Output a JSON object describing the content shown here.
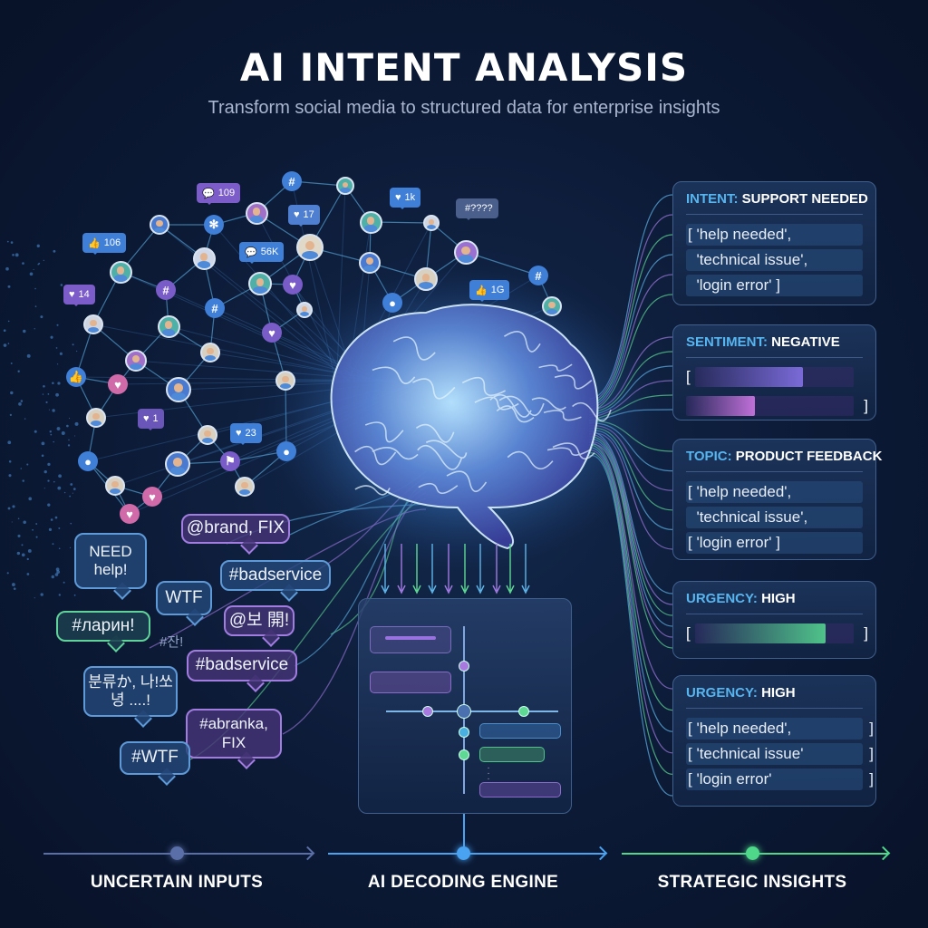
{
  "header": {
    "title": "AI INTENT ANALYSIS",
    "subtitle": "Transform social media to structured data for enterprise insights"
  },
  "network": {
    "badges": [
      {
        "icon": "comment-icon",
        "count": "109",
        "color": "#7b5cc8"
      },
      {
        "icon": "heart-icon",
        "count": "17",
        "color": "#4f7fd0"
      },
      {
        "icon": "thumbs-up-icon",
        "count": "106",
        "color": "#3f7fd8"
      },
      {
        "icon": "comment-icon",
        "count": "56K",
        "color": "#3f7fd8"
      },
      {
        "icon": "heart-icon",
        "count": "14",
        "color": "#7b5cc8"
      },
      {
        "icon": "heart-icon",
        "count": "1k",
        "color": "#3f7fd8"
      },
      {
        "icon": "hashtag-icon",
        "count": "#????",
        "color": "#4a5f8c"
      },
      {
        "icon": "thumbs-up-icon",
        "count": "1G",
        "color": "#3f7fd8"
      },
      {
        "icon": "heart-icon",
        "count": "1",
        "color": "#6a55b8"
      },
      {
        "icon": "heart-icon",
        "count": "23",
        "color": "#3f7fd8"
      }
    ]
  },
  "inputs": {
    "bubbles": [
      {
        "text": "NEED help!",
        "style": "blue"
      },
      {
        "text": "@brand, FIX",
        "style": "purple"
      },
      {
        "text": "#badservice",
        "style": "blue"
      },
      {
        "text": "WTF",
        "style": "blue"
      },
      {
        "text": "#ларин!",
        "style": "green"
      },
      {
        "text": "@보 開!",
        "style": "purple"
      },
      {
        "text": "#badservice",
        "style": "purple"
      },
      {
        "text": "분류か, 나!쏘녕 ....!",
        "style": "blue"
      },
      {
        "text": "#abranka, FIX",
        "style": "purple"
      },
      {
        "text": "#WTF",
        "style": "blue"
      }
    ],
    "loose_text": "#잔!"
  },
  "panels": [
    {
      "key": "INTENT:",
      "value": "SUPPORT NEEDED",
      "rows": [
        "[ 'help needed',",
        "  'technical issue',",
        "  'login error' ]"
      ]
    },
    {
      "key": "SENTIMENT:",
      "value": "NEGATIVE",
      "bars": [
        {
          "fill": 0.68,
          "color": "#7a6ad8",
          "open": "[",
          "close": ""
        },
        {
          "fill": 0.41,
          "color": "#c070d8",
          "open": "",
          "close": "]"
        }
      ]
    },
    {
      "key": "TOPIC:",
      "value": "PRODUCT FEEDBACK",
      "rows": [
        "[ 'help needed',",
        "  'technical issue',",
        "[ 'login error' ]"
      ]
    },
    {
      "key": "URGENCY:",
      "value": "HIGH",
      "bars": [
        {
          "fill": 0.82,
          "color": "#4fc38a",
          "open": "[",
          "close": "]"
        }
      ]
    },
    {
      "key": "URGENCY:",
      "value": "HIGH",
      "rows": [
        "[ 'help needed',",
        "[ 'technical issue'",
        "[ 'login error'"
      ],
      "close": "]"
    }
  ],
  "pipeline": {
    "stages": [
      {
        "label": "UNCERTAIN INPUTS",
        "color": "#5a6fa8"
      },
      {
        "label": "AI DECODING ENGINE",
        "color": "#4aa3f0"
      },
      {
        "label": "STRATEGIC INSIGHTS",
        "color": "#4fd88a"
      }
    ]
  }
}
